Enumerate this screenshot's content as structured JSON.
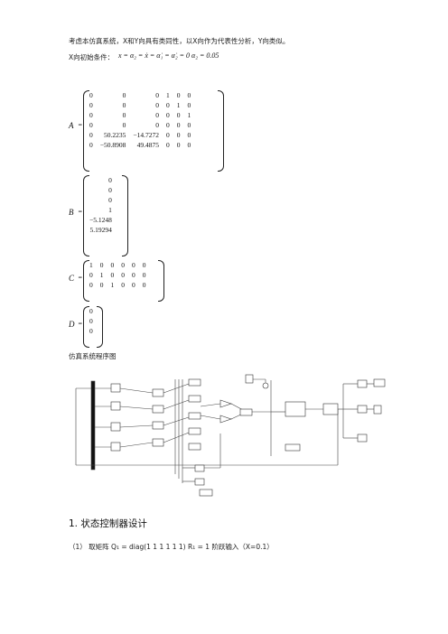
{
  "intro": {
    "line1": "考虑本仿真系统，X和Y向具有类同性，以X向作为代表性分析，Y向类似。",
    "initial_label": "X向初始条件：",
    "initial_eq": "x = α₂ = ẋ = α̇₁ = α̇₂ = 0    α₂ = 0.05"
  },
  "matrices": {
    "A": {
      "name": "A",
      "rows": [
        [
          "0",
          "0",
          "0",
          "1",
          "0",
          "0"
        ],
        [
          "0",
          "0",
          "0",
          "0",
          "1",
          "0"
        ],
        [
          "0",
          "0",
          "0",
          "0",
          "0",
          "1"
        ],
        [
          "0",
          "0",
          "0",
          "0",
          "0",
          "0"
        ],
        [
          "0",
          "50.2235",
          "−14.7272",
          "0",
          "0",
          "0"
        ],
        [
          "0",
          "−50.8908",
          "49.4875",
          "0",
          "0",
          "0"
        ]
      ]
    },
    "B": {
      "name": "B",
      "rows": [
        [
          "0"
        ],
        [
          "0"
        ],
        [
          "0"
        ],
        [
          "1"
        ],
        [
          "−5.1248"
        ],
        [
          "5.19294"
        ]
      ]
    },
    "C": {
      "name": "C",
      "rows": [
        [
          "1",
          "0",
          "0",
          "0",
          "0",
          "0"
        ],
        [
          "0",
          "1",
          "0",
          "0",
          "0",
          "0"
        ],
        [
          "0",
          "0",
          "1",
          "0",
          "0",
          "0"
        ]
      ]
    },
    "D": {
      "name": "D",
      "rows": [
        [
          "0"
        ],
        [
          "0"
        ],
        [
          "0"
        ]
      ]
    }
  },
  "diagram": {
    "caption": "仿真系统程序图"
  },
  "section": {
    "heading": "1.  状态控制器设计",
    "item": "（1）   取矩阵 Q₁ = diag(1  1  1  1  1  1)   R₁ = 1  阶跃输入（X=0.1）"
  }
}
